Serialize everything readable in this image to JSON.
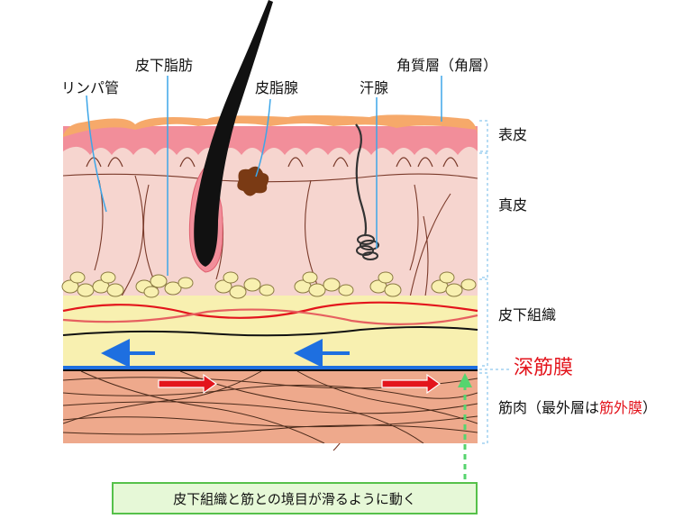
{
  "labels": {
    "lymph_vessel": "リンパ管",
    "subcutaneous_fat": "皮下脂肪",
    "sebaceous_gland": "皮脂腺",
    "sweat_gland": "汗腺",
    "stratum_corneum": "角質層（角層）",
    "epidermis": "表皮",
    "dermis": "真皮",
    "subcutaneous_tissue": "皮下組織",
    "deep_fascia": "深筋膜",
    "muscle_prefix": "筋肉（最外層は",
    "muscle_highlight": "筋外膜",
    "muscle_suffix": "）"
  },
  "caption": "皮下組織と筋との境目が滑るように動く",
  "colors": {
    "stratum_corneum": "#f6a96a",
    "epidermis": "#f28e9a",
    "dermis": "#f6d5cf",
    "fat": "#f8f0b0",
    "muscle": "#eea98c",
    "fascia_line": "#1e6fe0",
    "arrow_blue": "#1e6fe0",
    "arrow_red": "#e3141c",
    "caption_bg": "#e6f8d7",
    "caption_border": "#56c14a"
  }
}
